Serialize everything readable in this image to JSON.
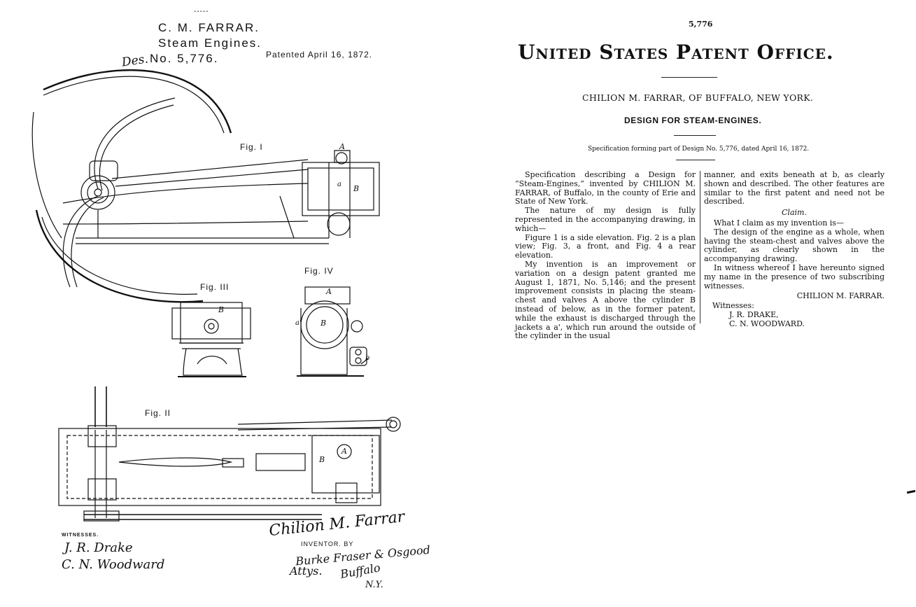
{
  "drawing": {
    "header": {
      "dash": "-----",
      "inventor": "C. M. FARRAR.",
      "title": "Steam Engines.",
      "des_mark": "Des.",
      "number": "No. 5,776.",
      "patented": "Patented April 16, 1872."
    },
    "figures": {
      "fig1": "Fig. I",
      "fig2": "Fig. II",
      "fig3": "Fig. III",
      "fig4": "Fig. IV"
    },
    "part_letters": {
      "fig1_A": "A",
      "fig1_a": "a",
      "fig1_B": "B",
      "fig3_B": "B",
      "fig4_A": "A",
      "fig4_B": "B",
      "fig4_a": "a'",
      "fig4_b": "b",
      "fig2_B": "B",
      "fig2_A": "A"
    },
    "witnesses_label": "WITNESSES.",
    "witness_signatures": [
      "J. R. Drake",
      "C. N. Woodward"
    ],
    "inventor_signature": "Chilion M. Farrar",
    "inventor_by": "INVENTOR. BY",
    "attorney_signature": {
      "line1": "Burke Fraser & Osgood",
      "line2": "Attys.",
      "line3": "Buffalo",
      "line4": "N.Y."
    }
  },
  "spec": {
    "patent_number": "5,776",
    "office": "United States Patent Office.",
    "applicant": "CHILION M. FARRAR, OF BUFFALO, NEW YORK.",
    "design_title": "DESIGN FOR STEAM-ENGINES.",
    "spec_line": "Specification forming part of Design No. 5,776, dated April 16, 1872.",
    "left_column": {
      "p1": "Specification describing a Design for “Steam-Engines,” invented by CHILION M. FARRAR, of Buffalo, in the county of Erie and State of New York.",
      "p2": "The nature of my design is fully represented in the accompanying drawing, in which—",
      "p3": "Figure 1 is a side elevation. Fig. 2 is a plan view; Fig. 3, a front, and Fig. 4 a rear elevation.",
      "p4": "My invention is an improvement or variation on a design patent granted me August 1, 1871, No. 5,146; and the present improvement consists in placing the steam-chest and valves A above the cylinder B instead of below, as in the former patent, while the exhaust is discharged through the jackets a a', which run around the outside of the cylinder in the usual"
    },
    "right_column": {
      "p1": "manner, and exits beneath at b, as clearly shown and described. The other features are similar to the first patent and need not be described.",
      "claim_heading": "Claim.",
      "p2": "What I claim as my invention is—",
      "p3": "The design of the engine as a whole, when having the steam-chest and valves above the cylinder, as clearly shown in the accompanying drawing.",
      "p4": "In witness whereof I have hereunto signed my name in the presence of two subscribing witnesses.",
      "signature": "CHILION M. FARRAR.",
      "witnesses_label": "Witnesses:",
      "witnesses": [
        "J. R. DRAKE,",
        "C. N. WOODWARD."
      ]
    }
  }
}
